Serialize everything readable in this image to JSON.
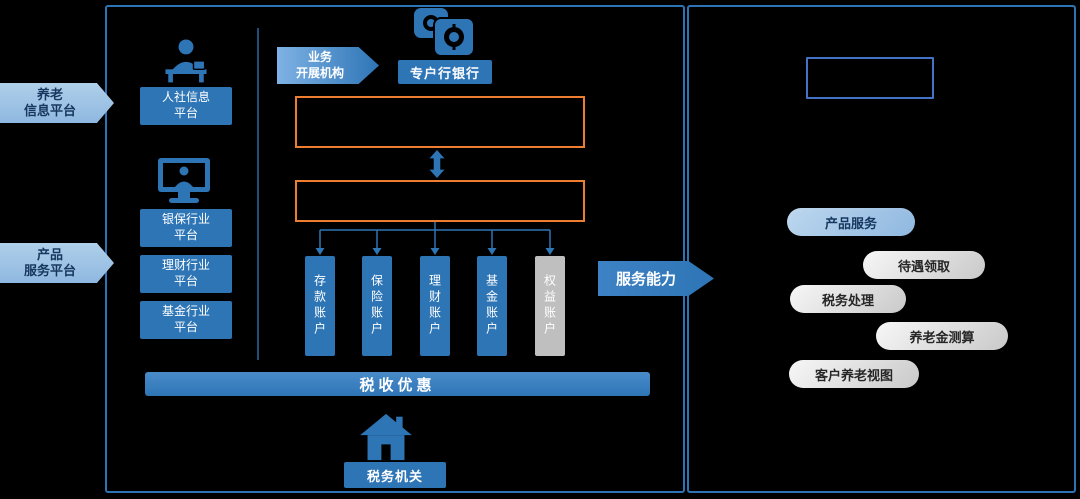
{
  "colors": {
    "background": "#000000",
    "panel_border": "#2E74B5",
    "primary_blue": "#2E75B6",
    "light_blue": "#9DC3E6",
    "orange_border": "#ED7D31",
    "gray_account": "#BFBFBF",
    "pill_gray": "#D9D9D9",
    "pill_blue": "#9DC3E6"
  },
  "left_labels": {
    "pension_info": "养老\n信息平台",
    "product_service": "产品\n服务平台"
  },
  "main_panel": {
    "social_platform_label": "人社信息\n平台",
    "industry_platforms": [
      {
        "label": "银保行业\n平台"
      },
      {
        "label": "理财行业\n平台"
      },
      {
        "label": "基金行业\n平台"
      }
    ],
    "business_org_arrow": "业务\n开展机构",
    "bank_label": "专户行银行",
    "accounts": [
      {
        "label": "存款账户",
        "style": "blue"
      },
      {
        "label": "保险账户",
        "style": "blue"
      },
      {
        "label": "理财账户",
        "style": "blue"
      },
      {
        "label": "基金账户",
        "style": "blue"
      },
      {
        "label": "权益账户",
        "style": "gray"
      }
    ],
    "tax_benefit_label": "税收优惠",
    "tax_authority_label": "税务机关"
  },
  "service_capability_arrow": "服务能力",
  "right_panel": {
    "pills": [
      {
        "label": "产品服务",
        "style": "blue"
      },
      {
        "label": "待遇领取",
        "style": "gray"
      },
      {
        "label": "税务处理",
        "style": "gray"
      },
      {
        "label": "养老金测算",
        "style": "gray"
      },
      {
        "label": "客户养老视图",
        "style": "gray"
      }
    ]
  },
  "icons": {
    "social_platform": "person-desk-icon",
    "industry_platform": "monitor-icon",
    "bank": "bank-vault-icon",
    "tax_authority": "house-icon",
    "between_layers": "double-vertical-arrow-icon"
  }
}
